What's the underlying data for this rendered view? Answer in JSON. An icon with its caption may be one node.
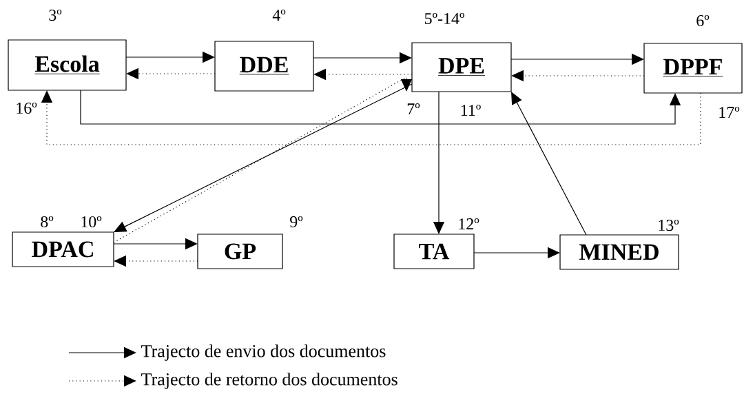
{
  "diagram": {
    "nodes": [
      {
        "text": [
          "Escola"
        ],
        "beside": [
          "3º"
        ]
      },
      {
        "text": [
          "DDE"
        ],
        "beside": [
          "4º"
        ]
      },
      {
        "text": [
          "DPE"
        ],
        "beside": [
          "5º-14º"
        ]
      },
      {
        "text": [
          "DPPF"
        ],
        "beside": [
          "6º"
        ]
      },
      {
        "text": [
          "DPAC"
        ],
        "beside": [
          "8º",
          "10º"
        ]
      },
      {
        "text": [
          "GP"
        ],
        "beside": [
          "9º"
        ]
      },
      {
        "text": [
          "TA"
        ],
        "beside": [
          "12º"
        ]
      },
      {
        "text": [
          "MINED"
        ],
        "beside": [
          "13º"
        ]
      }
    ],
    "edges": [
      {
        "from": 0,
        "to": 1,
        "arrow": "to"
      },
      {
        "from": 1,
        "to": 0,
        "arrow": "to",
        "style": "dashed"
      },
      {
        "from": 1,
        "to": 2,
        "arrow": "to"
      },
      {
        "from": 2,
        "to": 1,
        "arrow": "to",
        "style": "dashed"
      },
      {
        "from": 2,
        "to": 3,
        "arrow": "to"
      },
      {
        "from": 3,
        "to": 2,
        "arrow": "to",
        "style": "dashed"
      },
      {
        "from": 0,
        "to": 3,
        "arrow": "to"
      },
      {
        "from": 3,
        "to": 0,
        "arrow": "to",
        "style": "dashed"
      },
      {
        "from": 2,
        "to": 4,
        "arrow": "to"
      },
      {
        "from": 4,
        "to": 2,
        "arrow": "to",
        "style": "dashed"
      },
      {
        "from": 4,
        "to": 5,
        "arrow": "to"
      },
      {
        "from": 5,
        "to": 4,
        "arrow": "to",
        "style": "dashed"
      },
      {
        "from": 2,
        "to": 6,
        "arrow": "to"
      },
      {
        "from": 6,
        "to": 7,
        "arrow": "to"
      },
      {
        "from": 7,
        "to": 2,
        "arrow": "to"
      }
    ],
    "labels": [
      "16º",
      "7º",
      "11º",
      "17º"
    ],
    "legend": [
      {
        "text": "Trajecto de envio dos documentos"
      },
      {
        "text": "Trajecto de retorno dos documentos"
      }
    ]
  }
}
